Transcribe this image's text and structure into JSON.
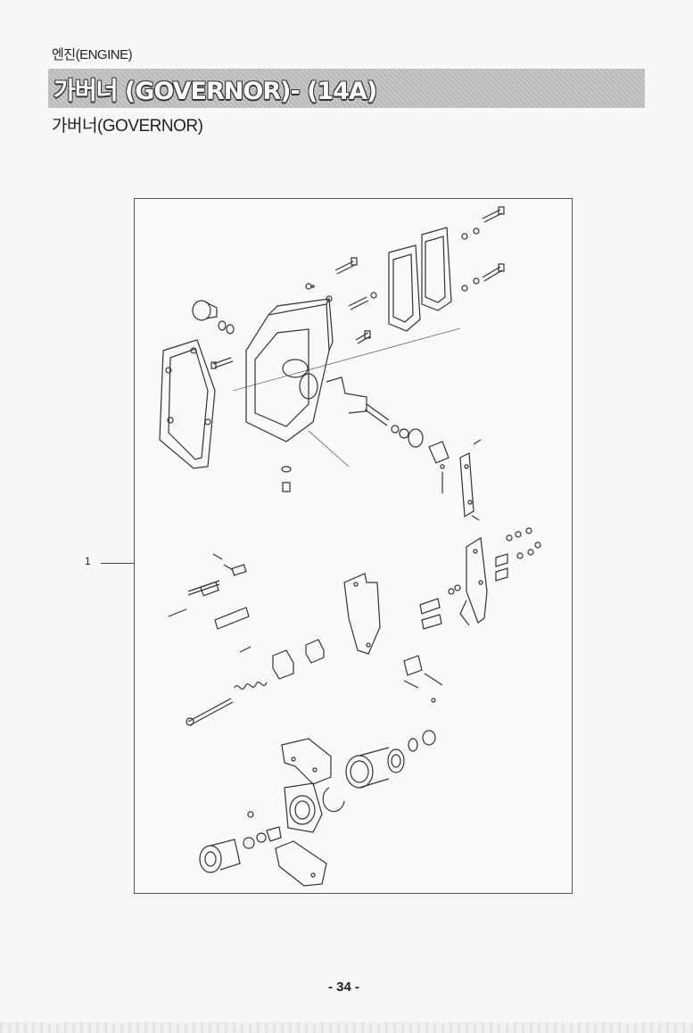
{
  "header": {
    "section_label": "엔진(ENGINE)",
    "title": "가버너 (GOVERNOR)- (14A)",
    "subtitle": "가버너(GOVERNOR)"
  },
  "diagram": {
    "callout_number": "1",
    "stroke_color": "#333333"
  },
  "footer": {
    "page_number": "- 34 -"
  }
}
